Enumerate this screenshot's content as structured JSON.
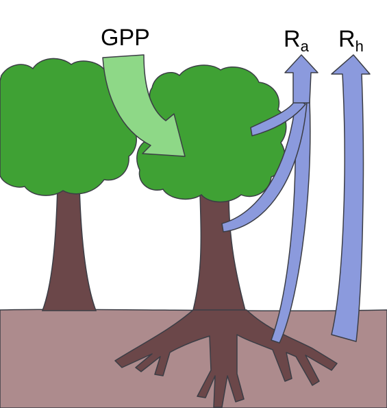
{
  "labels": {
    "gpp": "GPP",
    "ra_main": "R",
    "ra_sub": "a",
    "rh_main": "R",
    "rh_sub": "h"
  },
  "colors": {
    "ground": "#AD8B8D",
    "canopy": "#3FA134",
    "trunk": "#6B4749",
    "outline": "#3B3D45",
    "gpp_arrow": "#8ED887",
    "resp_arrow": "#8B9ADD"
  }
}
